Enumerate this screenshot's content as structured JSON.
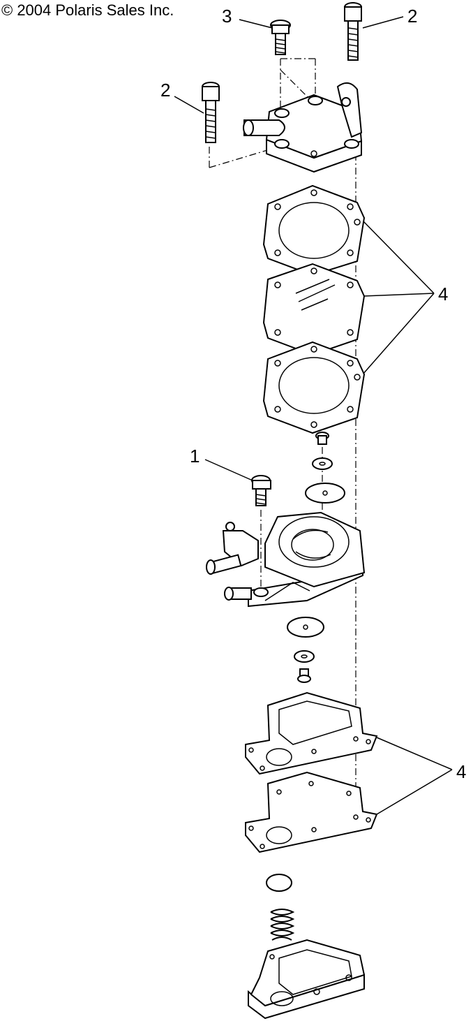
{
  "copyright": "© 2004 Polaris Sales Inc.",
  "callouts": [
    {
      "id": "c3",
      "text": "3"
    },
    {
      "id": "c2a",
      "text": "2"
    },
    {
      "id": "c2b",
      "text": "2"
    },
    {
      "id": "c4a",
      "text": "4"
    },
    {
      "id": "c1",
      "text": "1"
    },
    {
      "id": "c4b",
      "text": "4"
    }
  ]
}
